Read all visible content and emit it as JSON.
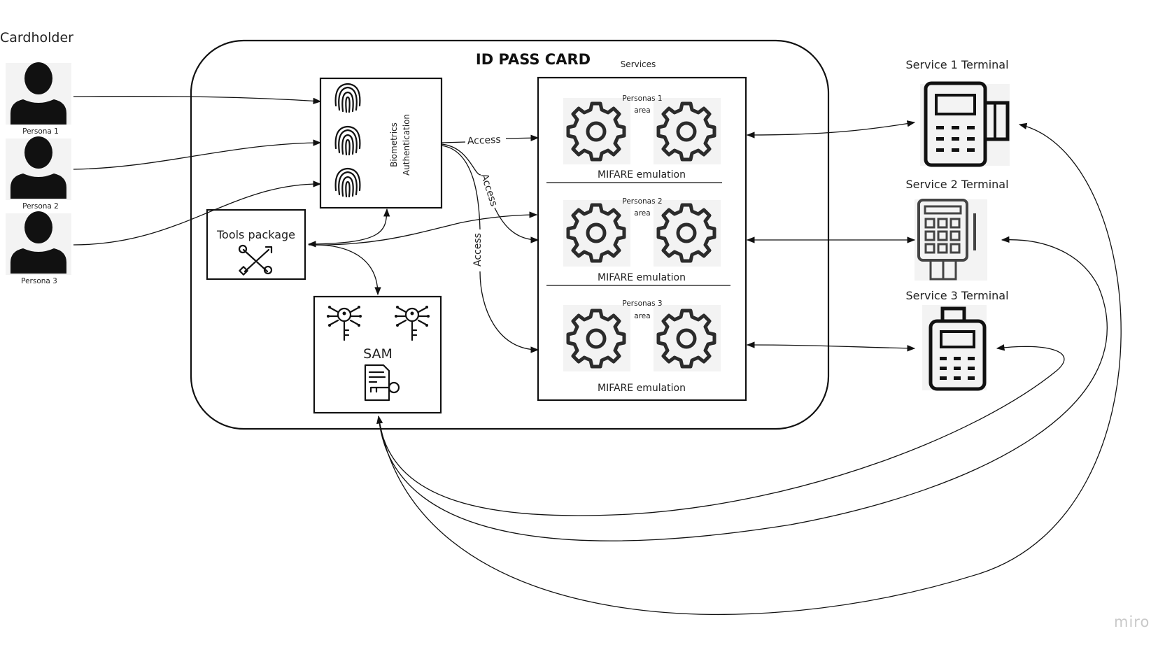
{
  "diagram": {
    "cardholder": "Cardholder",
    "card_title": "ID PASS CARD",
    "services_label": "Services",
    "personas": [
      "Persona 1",
      "Persona 2",
      "Persona 3"
    ],
    "biometrics": [
      "Biometrics",
      "Authentication"
    ],
    "tools_label": "Tools package",
    "sam_label": "SAM",
    "access_label": "Access",
    "areas": [
      {
        "title_line1": "Personas 1",
        "title_line2": "area",
        "emulation": "MIFARE emulation"
      },
      {
        "title_line1": "Personas 2",
        "title_line2": "area",
        "emulation": "MIFARE emulation"
      },
      {
        "title_line1": "Personas 3",
        "title_line2": "area",
        "emulation": "MIFARE emulation"
      }
    ],
    "terminals": [
      "Service 1 Terminal",
      "Service 2 Terminal",
      "Service 3 Terminal"
    ],
    "watermark": "miro"
  }
}
